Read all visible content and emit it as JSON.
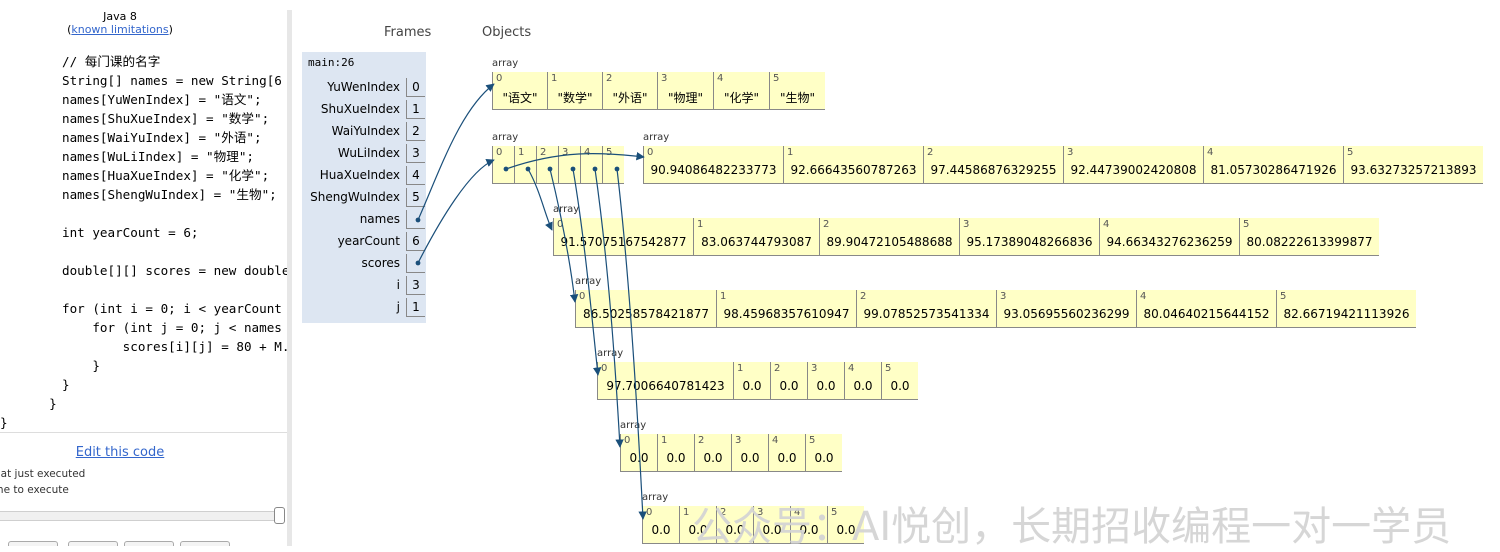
{
  "editor": {
    "language": "Java 8",
    "limitations_link": "known limitations",
    "code_lines": [
      "// 每门课的名字",
      "String[] names = new String[6",
      "names[YuWenIndex] = \"语文\";",
      "names[ShuXueIndex] = \"数学\";",
      "names[WaiYuIndex] = \"外语\";",
      "names[WuLiIndex] = \"物理\";",
      "names[HuaXueIndex] = \"化学\";",
      "names[ShengWuIndex] = \"生物\";",
      "",
      "int yearCount = 6;",
      "",
      "double[][] scores = new double",
      "",
      "for (int i = 0; i < yearCount",
      "    for (int j = 0; j < names",
      "        scores[i][j] = 80 + M.",
      "    }",
      "}",
      "  }",
      "}"
    ],
    "edit_link": "Edit this code",
    "legend_executed": "hat just executed",
    "legend_next": "ine to execute"
  },
  "headers": {
    "frames": "Frames",
    "objects": "Objects"
  },
  "frame": {
    "name": "main:26",
    "vars": [
      {
        "name": "YuWenIndex",
        "value": "0"
      },
      {
        "name": "ShuXueIndex",
        "value": "1"
      },
      {
        "name": "WaiYuIndex",
        "value": "2"
      },
      {
        "name": "WuLiIndex",
        "value": "3"
      },
      {
        "name": "HuaXueIndex",
        "value": "4"
      },
      {
        "name": "ShengWuIndex",
        "value": "5"
      },
      {
        "name": "names",
        "value": ""
      },
      {
        "name": "yearCount",
        "value": "6"
      },
      {
        "name": "scores",
        "value": ""
      },
      {
        "name": "i",
        "value": "3"
      },
      {
        "name": "j",
        "value": "1"
      }
    ]
  },
  "heap": {
    "label": "array",
    "names_array": [
      "\"语文\"",
      "\"数学\"",
      "\"外语\"",
      "\"物理\"",
      "\"化学\"",
      "\"生物\""
    ],
    "outer_indices": [
      "0",
      "1",
      "2",
      "3",
      "4",
      "5"
    ],
    "rows": [
      [
        "90.94086482233773",
        "92.66643560787263",
        "97.44586876329255",
        "92.44739002420808",
        "81.05730286471926",
        "93.63273257213893"
      ],
      [
        "91.57075167542877",
        "83.063744793087",
        "89.90472105488688",
        "95.17389048266836",
        "94.66343276236259",
        "80.08222613399877"
      ],
      [
        "86.50258578421877",
        "98.45968357610947",
        "99.07852573541334",
        "93.05695560236299",
        "80.04640215644152",
        "82.66719421113926"
      ],
      [
        "97.7006640781423",
        "0.0",
        "0.0",
        "0.0",
        "0.0",
        "0.0"
      ],
      [
        "0.0",
        "0.0",
        "0.0",
        "0.0",
        "0.0",
        "0.0"
      ],
      [
        "0.0",
        "0.0",
        "0.0",
        "0.0",
        "0.0",
        "0.0"
      ]
    ]
  },
  "watermark": "公众号：AI悦创，长期招收编程一对一学员",
  "colors": {
    "cell_bg": "#ffffc6",
    "frame_bg": "#dde6f2",
    "arrow": "#1a4f7a",
    "link": "#3366cc"
  }
}
